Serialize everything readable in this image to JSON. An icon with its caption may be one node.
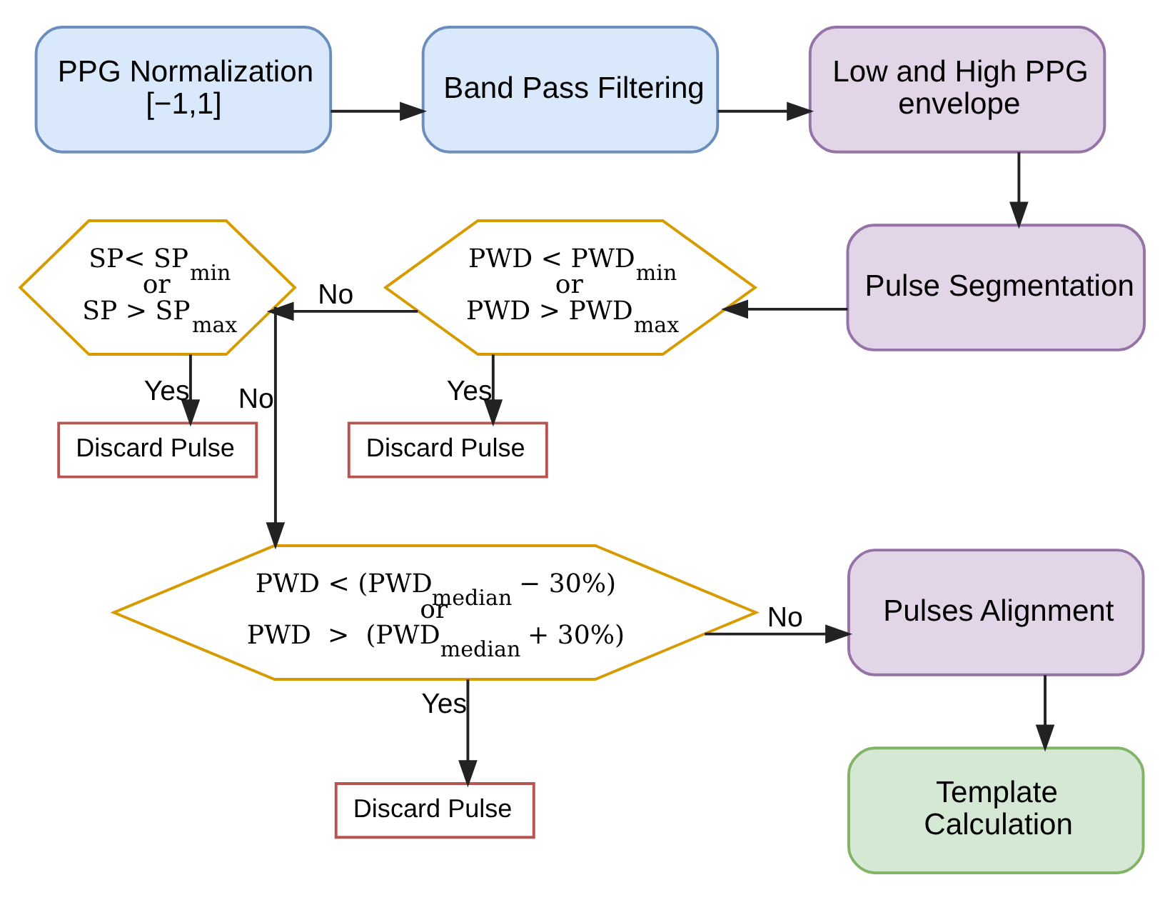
{
  "diagram": {
    "nodes": [
      {
        "text": [
          "PPG Normalization [−1,1]"
        ]
      },
      {
        "text": [
          "Band Pass Filtering"
        ]
      },
      {
        "text": [
          "Low and High PPG envelope"
        ]
      },
      {
        "text": [
          "Pulse Segmentation"
        ]
      },
      {
        "text": [
          "SP< SP$_{min}$",
          "or",
          "SP > SP$_{max}$"
        ]
      },
      {
        "text": [
          "PWD < PWD$_{min}$",
          "or",
          "PWD > PWD$_{max}$"
        ]
      },
      {
        "text": [
          "Discard Pulse"
        ]
      },
      {
        "text": [
          "Discard Pulse"
        ]
      },
      {
        "text": [
          "PWD < (PWD$_{median}$ − 30%)",
          "or",
          "PWD  >  (PWD$_{median}$ + 30%)"
        ]
      },
      {
        "text": [
          "Pulses Alignment"
        ]
      },
      {
        "text": [
          "Discard Pulse"
        ]
      },
      {
        "text": [
          "Template Calculation"
        ]
      }
    ],
    "edges": [
      {
        "from": 0,
        "to": 1,
        "arrow": "to"
      },
      {
        "from": 1,
        "to": 2,
        "arrow": "to"
      },
      {
        "from": 2,
        "to": 3,
        "arrow": "to"
      },
      {
        "from": 3,
        "to": 5,
        "arrow": "to"
      },
      {
        "from": 5,
        "to": 4,
        "label": "No",
        "arrow": "to"
      },
      {
        "from": 4,
        "to": 6,
        "label": "Yes",
        "arrow": "to"
      },
      {
        "from": 5,
        "to": 7,
        "label": "Yes",
        "arrow": "to"
      },
      {
        "from": 4,
        "to": 8,
        "label": "No",
        "arrow": "to"
      },
      {
        "from": 8,
        "to": 9,
        "label": "No",
        "arrow": "to"
      },
      {
        "from": 8,
        "to": 10,
        "label": "Yes",
        "arrow": "to"
      },
      {
        "from": 9,
        "to": 11,
        "arrow": "to"
      }
    ]
  }
}
